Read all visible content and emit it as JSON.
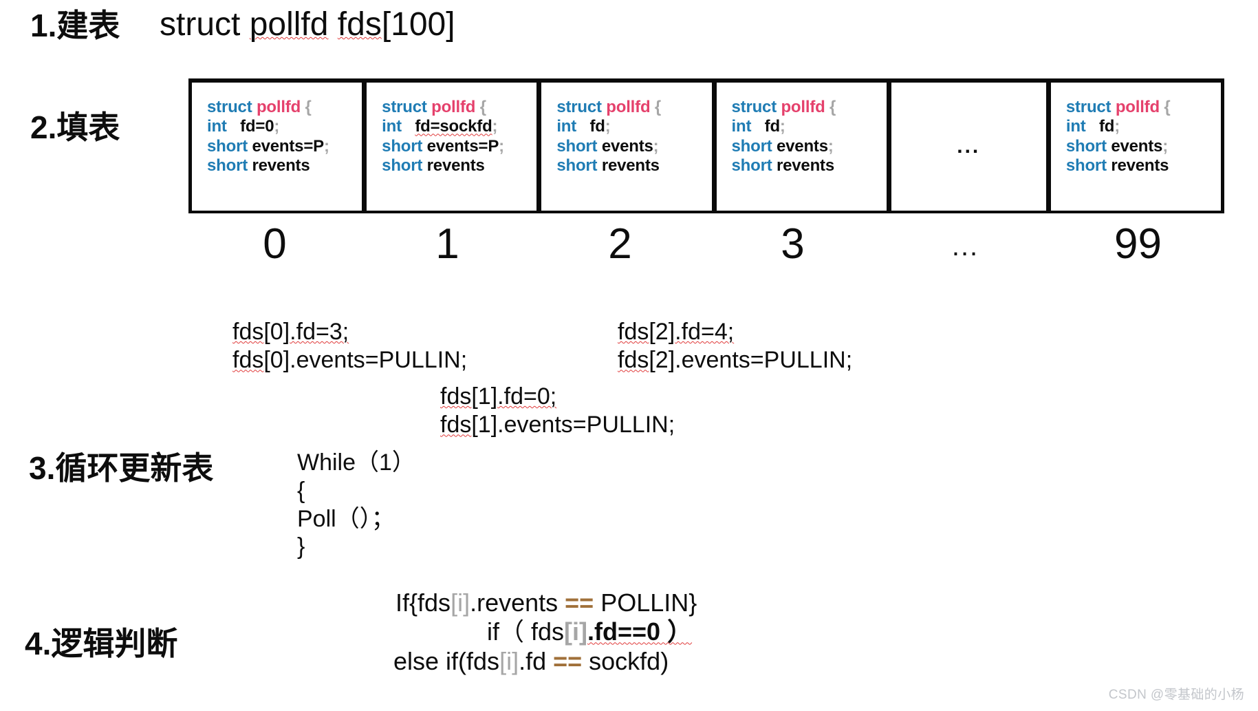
{
  "steps": {
    "s1": "1.建表",
    "s2": "2.填表",
    "s3": "3.循环更新表",
    "s4": "4.逻辑判断"
  },
  "declaration": {
    "prefix": "struct ",
    "type": "pollfd",
    "space": " ",
    "array": "fds",
    "suffix": "[100]"
  },
  "array": {
    "keyword_struct": "struct",
    "keyword_int": "int",
    "keyword_short": "short",
    "type_name": "pollfd",
    "brace_open": "{",
    "semicolon": ";",
    "ellipsis": "...",
    "cells": [
      {
        "index": "0",
        "fd_label": "fd=0",
        "events_label": "events=P",
        "revents_label": "revents",
        "fd_squiggly": false,
        "is_ellipsis": false
      },
      {
        "index": "1",
        "fd_label": "fd=sockfd",
        "events_label": "events=P",
        "revents_label": "revents",
        "fd_squiggly": true,
        "is_ellipsis": false
      },
      {
        "index": "2",
        "fd_label": "fd",
        "events_label": "events",
        "revents_label": "revents",
        "fd_squiggly": false,
        "is_ellipsis": false
      },
      {
        "index": "3",
        "fd_label": "fd",
        "events_label": "events",
        "revents_label": "revents",
        "fd_squiggly": false,
        "is_ellipsis": false
      },
      {
        "index": "...",
        "fd_label": "",
        "events_label": "",
        "revents_label": "",
        "fd_squiggly": false,
        "is_ellipsis": true
      },
      {
        "index": "99",
        "fd_label": "fd",
        "events_label": "events",
        "revents_label": "revents",
        "fd_squiggly": false,
        "is_ellipsis": false
      }
    ],
    "indices": [
      "0",
      "1",
      "2",
      "3",
      "...",
      "99"
    ]
  },
  "assignments": {
    "left": [
      {
        "name": "fds",
        "idx": "[0]",
        "rest": ".fd=3;"
      },
      {
        "name": "fds",
        "idx": "[0]",
        "rest": ".events=PULLIN;"
      }
    ],
    "right": [
      {
        "name": "fds",
        "idx": "[2]",
        "rest": ".fd=4;"
      },
      {
        "name": "fds",
        "idx": "[2]",
        "rest": ".events=PULLIN;"
      }
    ],
    "middle": [
      {
        "name": "fds",
        "idx": "[1]",
        "rest": ".fd=0;"
      },
      {
        "name": "fds",
        "idx": "[1]",
        "rest": ".events=PULLIN;"
      }
    ]
  },
  "while_loop": {
    "line1": "While（1）",
    "line2": "{",
    "line3": "Poll（）；",
    "line4": "}"
  },
  "logic": {
    "l1_a": "If{fds",
    "l1_idx": "[i]",
    "l1_b": ".revents ",
    "l1_op": "==",
    "l1_c": " POLLIN}",
    "l2_a": "if（ fds",
    "l2_idx": "[i]",
    "l2_b": ".fd==0 ）",
    "l3_a": "else if(fds",
    "l3_idx": "[i]",
    "l3_b": ".fd ",
    "l3_op": "==",
    "l3_c": " sockfd)"
  },
  "watermark": "CSDN @零基础的小杨",
  "colors": {
    "keyword_blue": "#1f7cb4",
    "type_pink": "#e5416c",
    "punct_gray": "#a6a6a6",
    "operator_brown": "#a0703a",
    "squiggly_red": "#e03a3a",
    "watermark_gray": "#c3c6cb",
    "frame_black": "#0a0a0a"
  }
}
